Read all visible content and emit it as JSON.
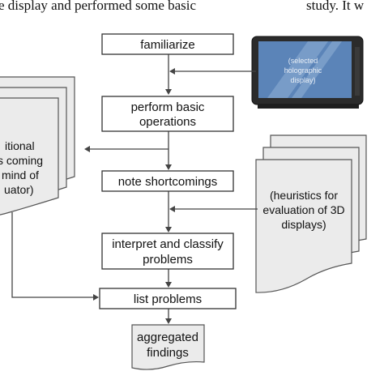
{
  "top_text": {
    "left": "e display and performed some basic",
    "right": "study. It w"
  },
  "steps": [
    "familiarize",
    [
      "perform basic",
      "operations"
    ],
    "note shortcomings",
    [
      "interpret and classify",
      "problems"
    ],
    "list problems"
  ],
  "output": [
    "aggregated",
    "findings"
  ],
  "tv_screen_label": [
    "(selected",
    "holographic",
    "display)"
  ],
  "left_doc_text": [
    "itional",
    "s coming",
    "mind of",
    "uator)"
  ],
  "right_doc_text": [
    "(heuristics for",
    "evaluation of 3D",
    "displays)"
  ],
  "colors": {
    "box_border": "#333333",
    "document_fill": "#ebebeb",
    "tv_screen": "#5b84b8",
    "tv_body": "#2b2b2b"
  }
}
